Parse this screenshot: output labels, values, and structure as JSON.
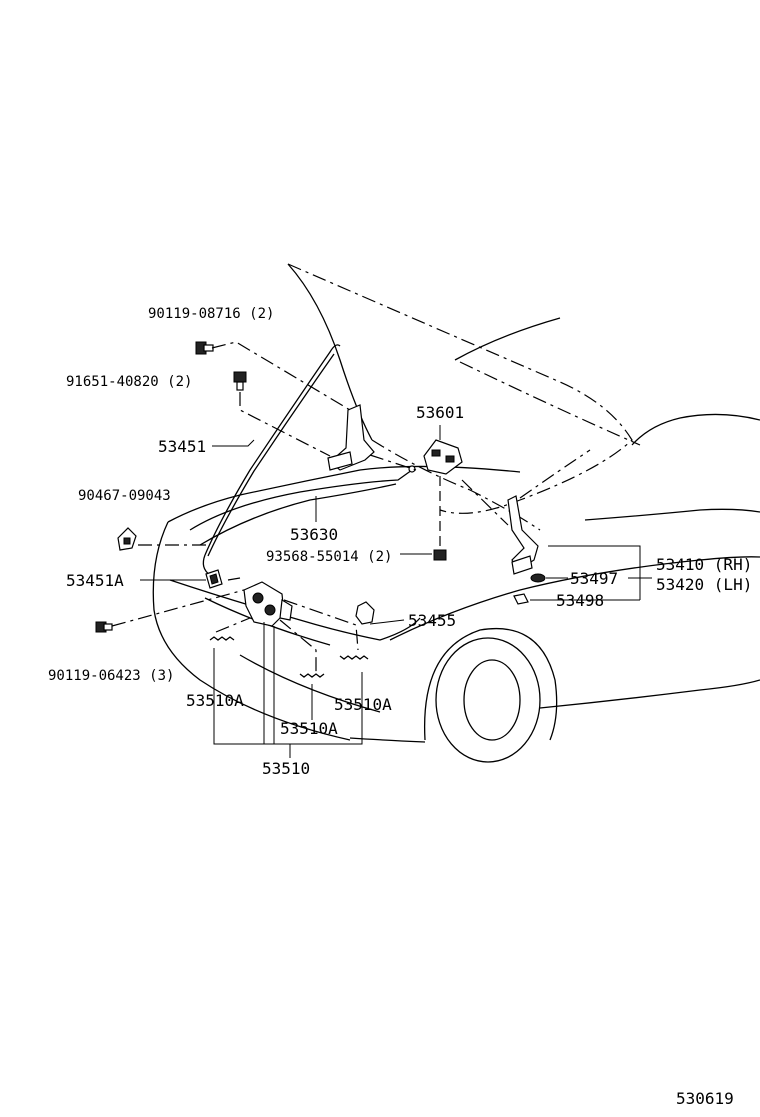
{
  "diagram": {
    "labels": {
      "bolt_top": "90119-08716 (2)",
      "bolt_hinge": "91651-40820 (2)",
      "support_rod": "53451",
      "lock_cable_hook": "53601",
      "cable": "53630",
      "clip_left": "90467-09043",
      "bolt_hook": "93568-55014 (2)",
      "hinge_rh": "53410 (RH)",
      "hinge_lh": "53420 (LH)",
      "grommet": "53451A",
      "hinge_bolt_a": "53497",
      "hinge_bolt_b": "53498",
      "bolt_lock": "90119-06423 (3)",
      "clamp": "53455",
      "spring_left": "53510A",
      "spring_right": "53510A",
      "spring_center": "53510A",
      "lock_assy": "53510",
      "ref_number": "530619"
    }
  }
}
